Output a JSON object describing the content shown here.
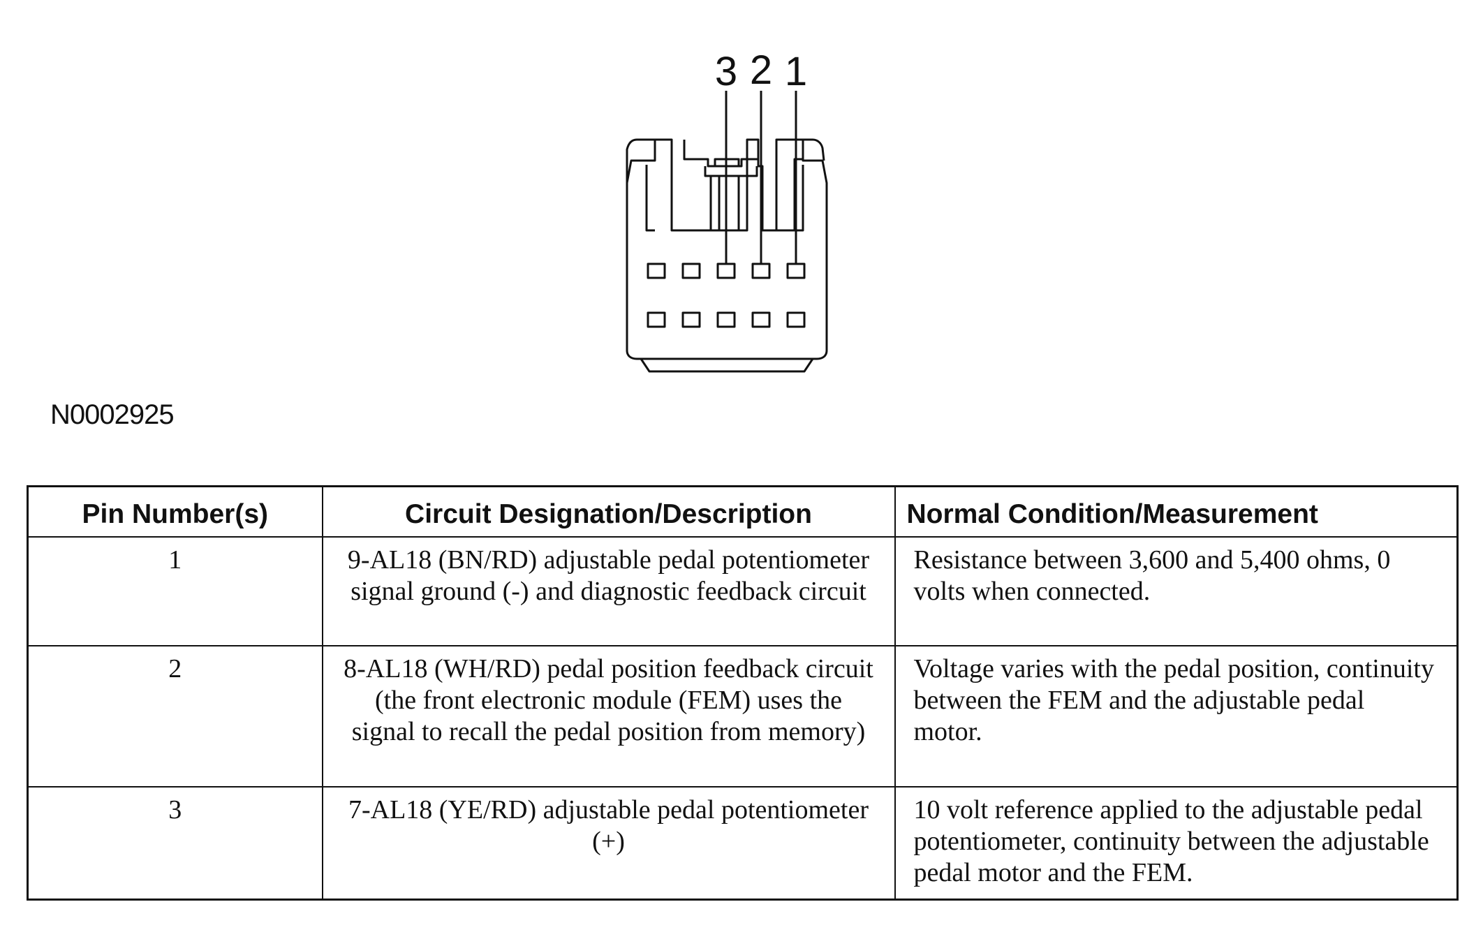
{
  "diagram": {
    "pin_callouts": [
      "3",
      "2",
      "1"
    ],
    "figure_id": "N0002925"
  },
  "table": {
    "headers": {
      "pin": "Pin Number(s)",
      "circuit": "Circuit Designation/Description",
      "condition": "Normal Condition/Measurement"
    },
    "rows": [
      {
        "pin": "1",
        "circuit": "9-AL18 (BN/RD) adjustable pedal potentiometer signal ground (-) and diagnostic feedback circuit",
        "condition": "Resistance between 3,600 and 5,400 ohms, 0 volts when connected."
      },
      {
        "pin": "2",
        "circuit": "8-AL18 (WH/RD) pedal position feedback circuit (the front electronic module (FEM) uses the signal to recall the pedal position from memory)",
        "condition": "Voltage varies with the pedal position, continuity between the FEM and the adjustable pedal motor."
      },
      {
        "pin": "3",
        "circuit": "7-AL18 (YE/RD) adjustable pedal potentiometer (+)",
        "condition": "10 volt reference applied to the adjustable pedal potentiometer, continuity between the adjustable pedal motor and the FEM."
      }
    ]
  }
}
